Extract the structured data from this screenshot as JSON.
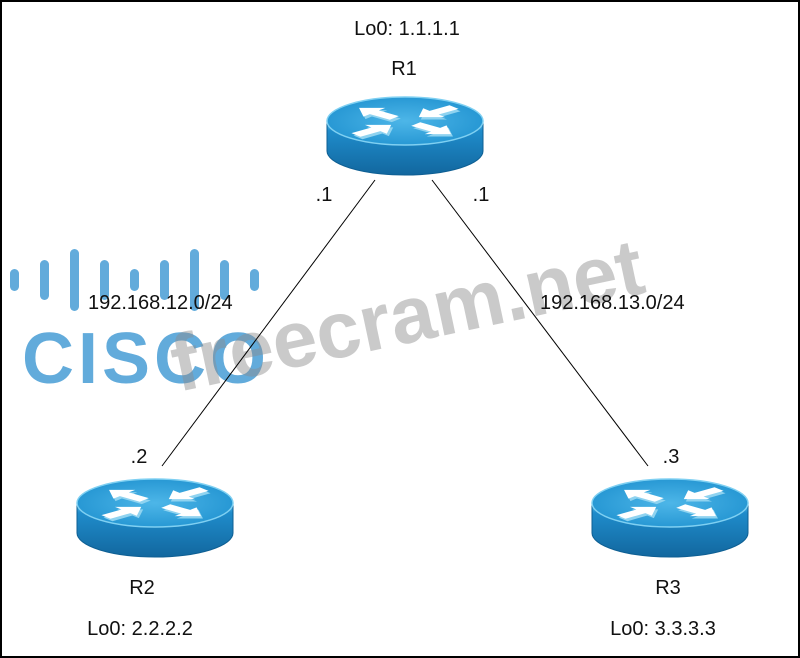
{
  "diagram": {
    "routers": [
      {
        "name": "R1",
        "loopback": "Lo0: 1.1.1.1"
      },
      {
        "name": "R2",
        "loopback": "Lo0: 2.2.2.2"
      },
      {
        "name": "R3",
        "loopback": "Lo0: 3.3.3.3"
      }
    ],
    "links": [
      {
        "subnet": "192.168.12.0/24",
        "r1_interface": ".1",
        "peer_interface": ".2"
      },
      {
        "subnet": "192.168.13.0/24",
        "r1_interface": ".1",
        "peer_interface": ".3"
      }
    ],
    "icons": {
      "router": "router-icon",
      "arrow": "arrow-icon"
    }
  },
  "watermarks": {
    "logo_text": "CISCO",
    "site_text": "freecram.net"
  },
  "colors": {
    "router_top_center": "#4db6e8",
    "router_top_edge": "#2092d0",
    "router_rim": "#7fd0f2",
    "router_side_top": "#5cc0ec",
    "router_side": "#1f8ccb",
    "router_side_bottom": "#12679f",
    "router_outline": "#0e5f93",
    "arrow": "#ffffff",
    "arrow_shadow": "#8fd3f0",
    "link": "#000000",
    "border": "#000000",
    "cisco_blue": "#3b97d3",
    "watermark_gray": "#8c8c8c"
  }
}
